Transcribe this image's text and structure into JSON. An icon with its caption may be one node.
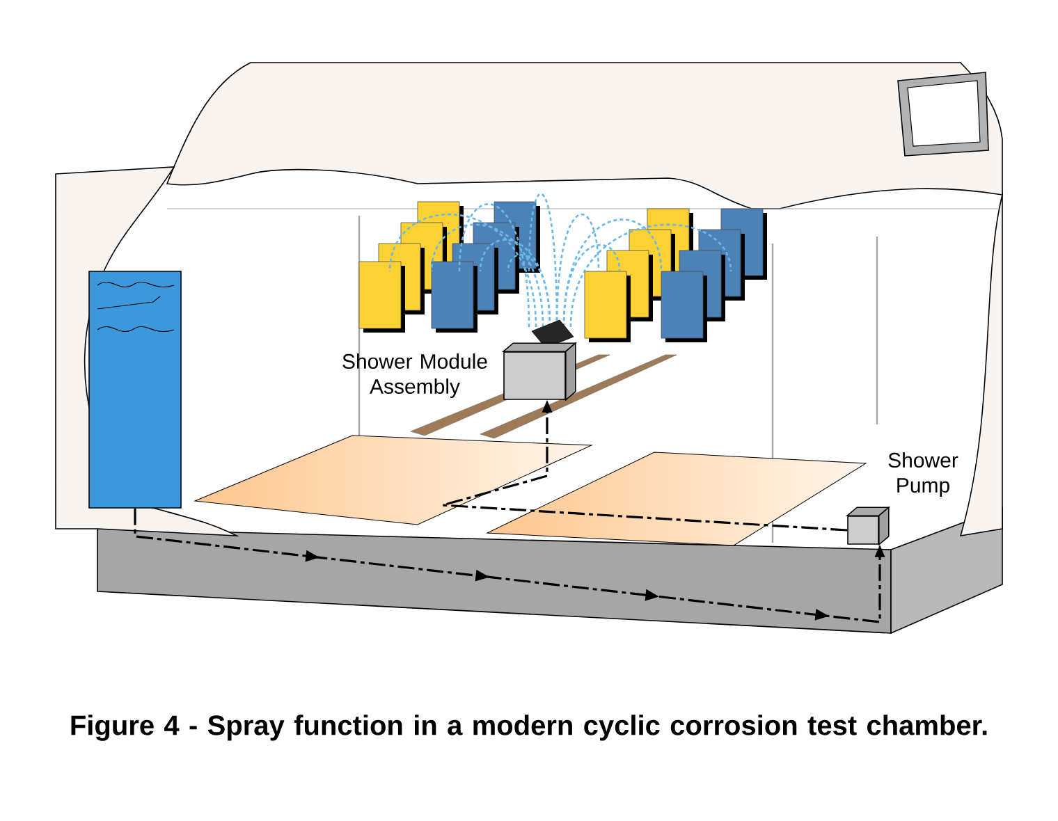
{
  "diagram": {
    "caption": "Figure 4 - Spray function in a modern cyclic corrosion test chamber.",
    "nodes": [
      {
        "text": [],
        "shape": "tank"
      },
      {
        "text": [],
        "shape": "box",
        "beside": [
          "Shower Module Assembly"
        ]
      },
      {
        "text": [],
        "shape": "box",
        "beside": [
          "Shower Pump"
        ]
      }
    ],
    "edges": [
      {
        "from": 0,
        "to": 2,
        "arrow": "to",
        "style": "dashed"
      },
      {
        "from": 2,
        "to": 1,
        "arrow": "to",
        "style": "dashed"
      }
    ]
  }
}
